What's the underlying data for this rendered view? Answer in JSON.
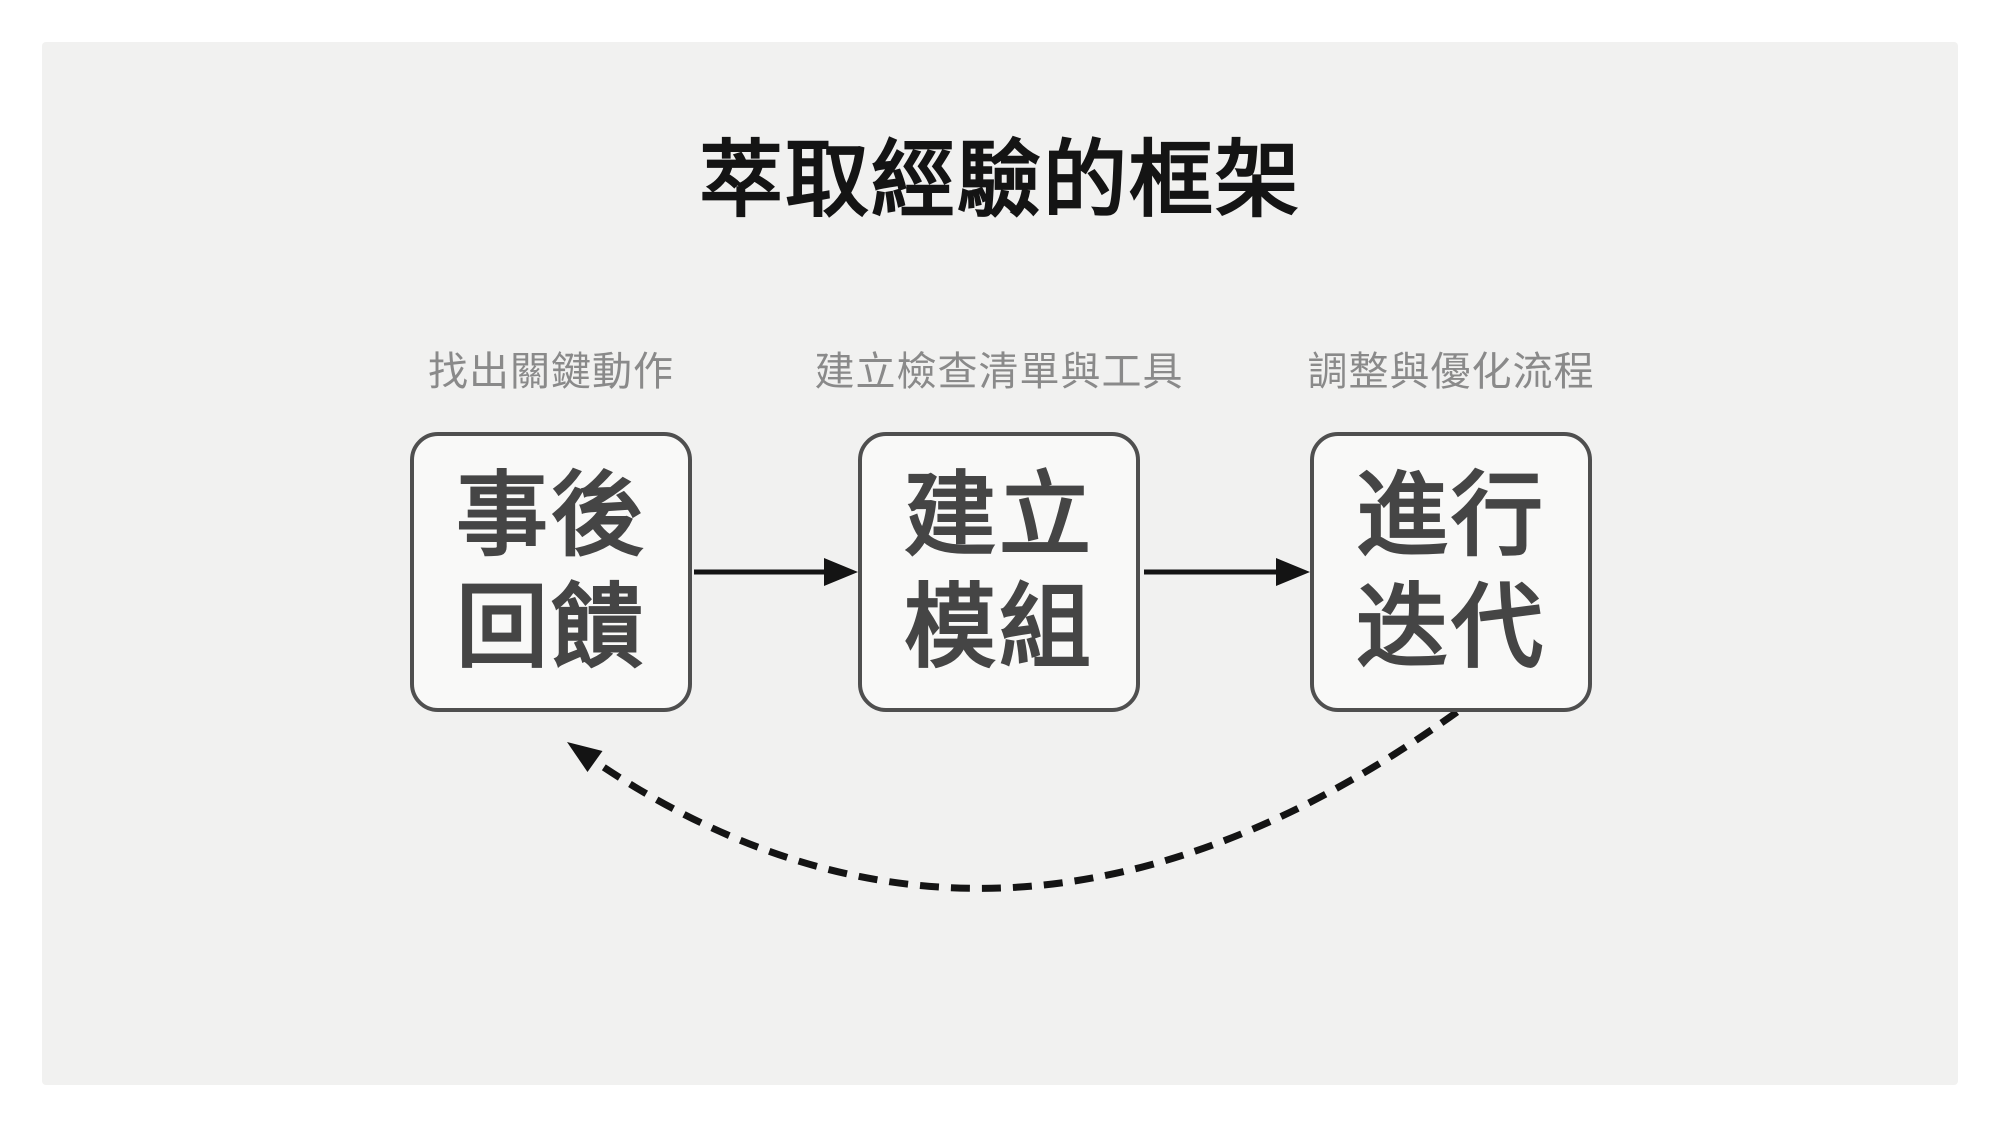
{
  "title": "萃取經驗的框架",
  "steps": [
    {
      "caption": "找出關鍵動作",
      "line1": "事後",
      "line2": "回饋"
    },
    {
      "caption": "建立檢查清單與工具",
      "line1": "建立",
      "line2": "模組"
    },
    {
      "caption": "調整與優化流程",
      "line1": "進行",
      "line2": "迭代"
    }
  ],
  "colors": {
    "page_bg": "#ffffff",
    "panel_bg": "#f1f1f0",
    "box_bg": "#f9f9f8",
    "box_border": "#4f4f4f",
    "box_text": "#454545",
    "caption_color": "#8a8a8a",
    "title_color": "#141414",
    "arrow_color": "#141414"
  }
}
